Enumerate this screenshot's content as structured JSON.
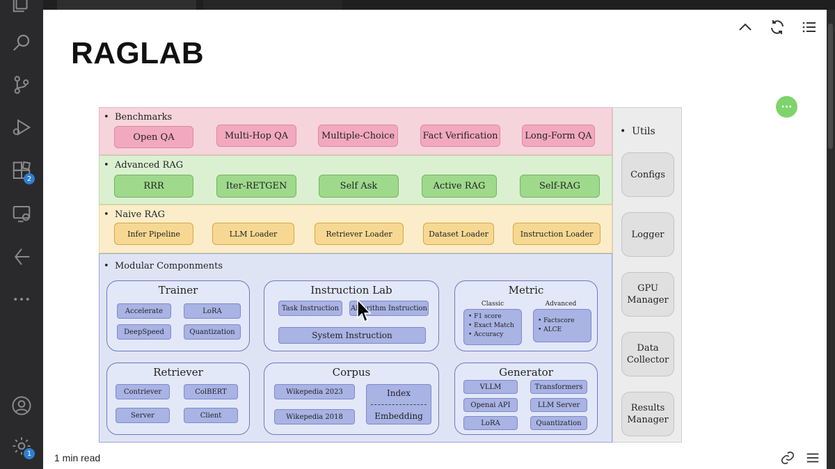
{
  "activity_bar": {
    "extensions_badge": "2",
    "settings_badge": "1"
  },
  "preview": {
    "title": "RAGLAB",
    "read_time": "1 min read"
  },
  "figure": {
    "benchmarks": {
      "label": "Benchmarks",
      "items": [
        "Open QA",
        "Multi-Hop QA",
        "Multiple-Choice",
        "Fact Verification",
        "Long-Form QA"
      ]
    },
    "advanced_rag": {
      "label": "Advanced RAG",
      "items": [
        "RRR",
        "Iter-RETGEN",
        "Self Ask",
        "Active RAG",
        "Self-RAG"
      ]
    },
    "naive_rag": {
      "label": "Naive RAG",
      "items": [
        "Infer Pipeline",
        "LLM Loader",
        "Retriever Loader",
        "Dataset Loader",
        "Instruction Loader"
      ]
    },
    "modular": {
      "label": "Modular Componments",
      "trainer": {
        "title": "Trainer",
        "items": [
          "Accelerate",
          "LoRA",
          "DeepSpeed",
          "Quantization"
        ]
      },
      "instruction_lab": {
        "title": "Instruction Lab",
        "items": [
          "Task Instruction",
          "Algorithm Instruction",
          "System Instruction"
        ]
      },
      "metric": {
        "title": "Metric",
        "classic_label": "Classic",
        "advanced_label": "Advanced",
        "classic": [
          "F1 score",
          "Exact Match",
          "Accuracy"
        ],
        "advanced": [
          "Factscore",
          "ALCE"
        ]
      },
      "retriever": {
        "title": "Retriever",
        "items": [
          "Contriever",
          "ColBERT",
          "Server",
          "Client"
        ]
      },
      "corpus": {
        "title": "Corpus",
        "items": [
          "Wikepedia 2023",
          "Wikepedia 2018"
        ],
        "index": "Index",
        "embedding": "Embedding"
      },
      "generator": {
        "title": "Generator",
        "items": [
          "VLLM",
          "Transformers",
          "Openai API",
          "LLM Server",
          "LoRA",
          "Quantization"
        ]
      }
    },
    "utils": {
      "label": "Utils",
      "items": [
        "Configs",
        "Logger",
        "GPU Manager",
        "Data Collector",
        "Results Manager"
      ]
    }
  }
}
